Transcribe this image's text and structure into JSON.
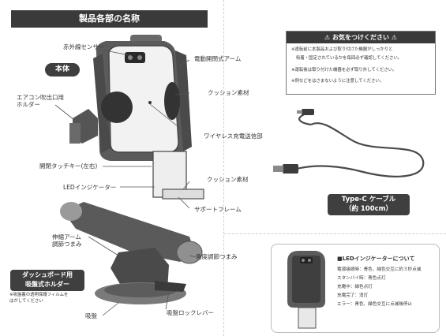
{
  "title": "製品各部の名称",
  "main_unit_label": "本体",
  "labels": {
    "ir_sensor": "赤外線センサー",
    "motor_arm": "電動開閉式アーム",
    "air_vent_holder": "エアコン吹出口用\nホルダー",
    "cushion_top": "クッション素材",
    "wireless_coil": "ワイヤレス充電送信部",
    "touch_key": "開閉タッチキー(左右)",
    "cushion_bottom": "クッション素材",
    "led_indicator": "LEDインジケーター",
    "support_frame": "サポートフレーム",
    "telescopic_arm": "伸縮アーム\n調節つまみ",
    "angle_knob": "角度調節つまみ",
    "suction_cup": "吸盤",
    "suction_lever": "吸盤ロックレバー"
  },
  "dashboard_holder": {
    "title": "ダッシュボード用\n吸盤式ホルダー",
    "note": "※吸盤裏の透明保護フィルムを\nはがしてください"
  },
  "warning": {
    "title": "お気をつけください",
    "lines": [
      "※運転前に本製品および取り付けた機器がしっかりと",
      "吸着・固定されているかを毎回必ず確認してください。",
      "※運転後は取り付けた機器を必ず取り外してください。",
      "※例などをはさまないように注意してください。"
    ]
  },
  "cable": {
    "label": "Type-C ケーブル\n（約 100cm）"
  },
  "led_section": {
    "title": "■LEDインジケーターについて",
    "lines": [
      "電源接続時：青色、緑色交互に約３秒点滅",
      "スタンバイ時：青色点灯",
      "充電中：緑色点灯",
      "充電完了：消灯",
      "エラー：青色、緑色交互に点滅後停止"
    ]
  },
  "colors": {
    "dark": "#3a3a3a",
    "accent": "#3f3f3f",
    "line": "#555555"
  }
}
